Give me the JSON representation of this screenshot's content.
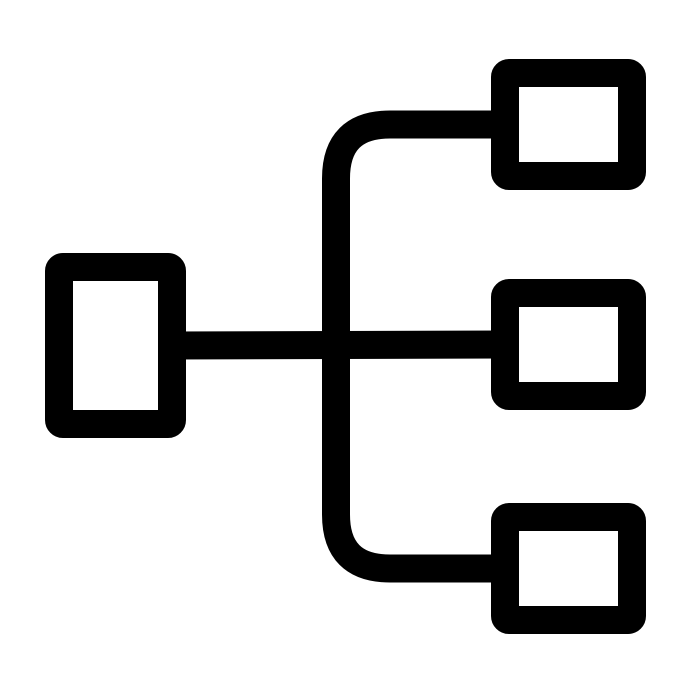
{
  "icon": {
    "name": "hierarchy-icon",
    "stroke_color": "#000000",
    "background_color": "#ffffff"
  },
  "nodes": [
    {
      "id": "root",
      "role": "parent"
    },
    {
      "id": "child-top",
      "role": "child"
    },
    {
      "id": "child-middle",
      "role": "child"
    },
    {
      "id": "child-bottom",
      "role": "child"
    }
  ],
  "edges": [
    {
      "from": "root",
      "to": "child-top"
    },
    {
      "from": "root",
      "to": "child-middle"
    },
    {
      "from": "root",
      "to": "child-bottom"
    }
  ]
}
